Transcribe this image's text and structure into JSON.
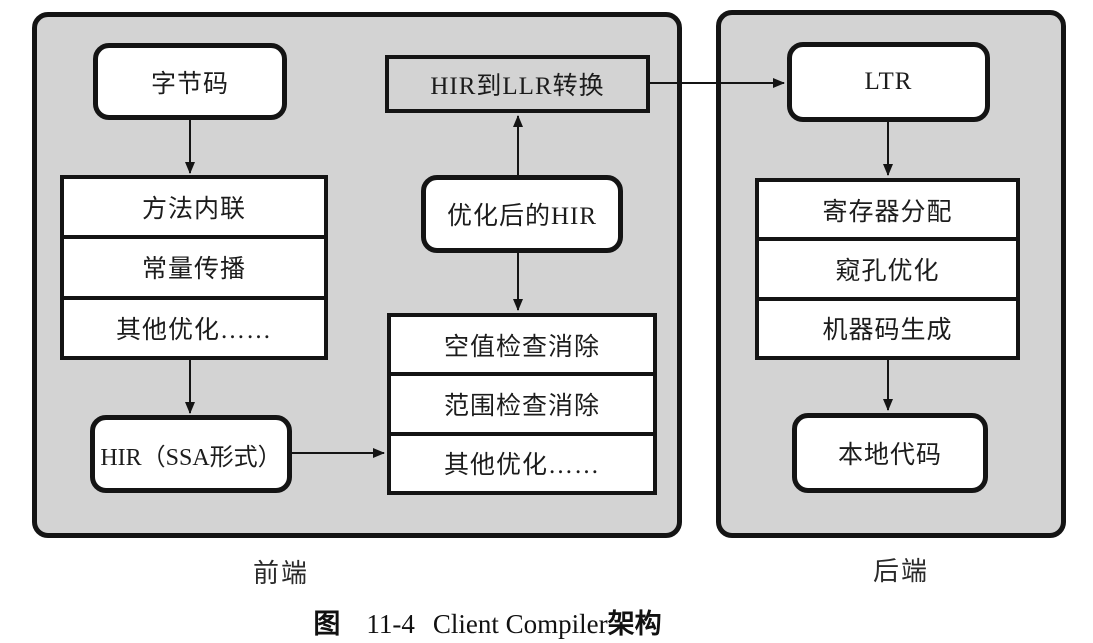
{
  "front_panel": {
    "label": "前端",
    "bytecode": "字节码",
    "stack1": [
      "方法内联",
      "常量传播",
      "其他优化……"
    ],
    "hir_ssa": "HIR（SSA形式）",
    "hir_to_llr": "HIR到LLR转换",
    "optimized_hir": "优化后的HIR",
    "stack2": [
      "空值检查消除",
      "范围检查消除",
      "其他优化……"
    ]
  },
  "back_panel": {
    "label": "后端",
    "ltr": "LTR",
    "stack3": [
      "寄存器分配",
      "窥孔优化",
      "机器码生成"
    ],
    "native_code": "本地代码"
  },
  "caption": {
    "fig_label": "图",
    "fig_number": "11-4",
    "title_latin": "Client Compiler",
    "title_cjk": "架构"
  },
  "edges": [
    {
      "from": "字节码",
      "to": "方法内联/常量传播/其他优化",
      "direction": "down"
    },
    {
      "from": "方法内联/常量传播/其他优化",
      "to": "HIR（SSA形式）",
      "direction": "down"
    },
    {
      "from": "HIR（SSA形式）",
      "to": "空值检查消除/范围检查消除/其他优化",
      "direction": "right"
    },
    {
      "from": "优化后的HIR",
      "to": "空值检查消除/范围检查消除/其他优化",
      "direction": "down"
    },
    {
      "from": "优化后的HIR",
      "to": "HIR到LLR转换",
      "direction": "up"
    },
    {
      "from": "HIR到LLR转换",
      "to": "LTR",
      "direction": "right"
    },
    {
      "from": "LTR",
      "to": "寄存器分配/窥孔优化/机器码生成",
      "direction": "down"
    },
    {
      "from": "寄存器分配/窥孔优化/机器码生成",
      "to": "本地代码",
      "direction": "down"
    }
  ],
  "colors": {
    "panel_fill": "#d3d3d3",
    "box_fill": "#ffffff",
    "line": "#141414"
  }
}
